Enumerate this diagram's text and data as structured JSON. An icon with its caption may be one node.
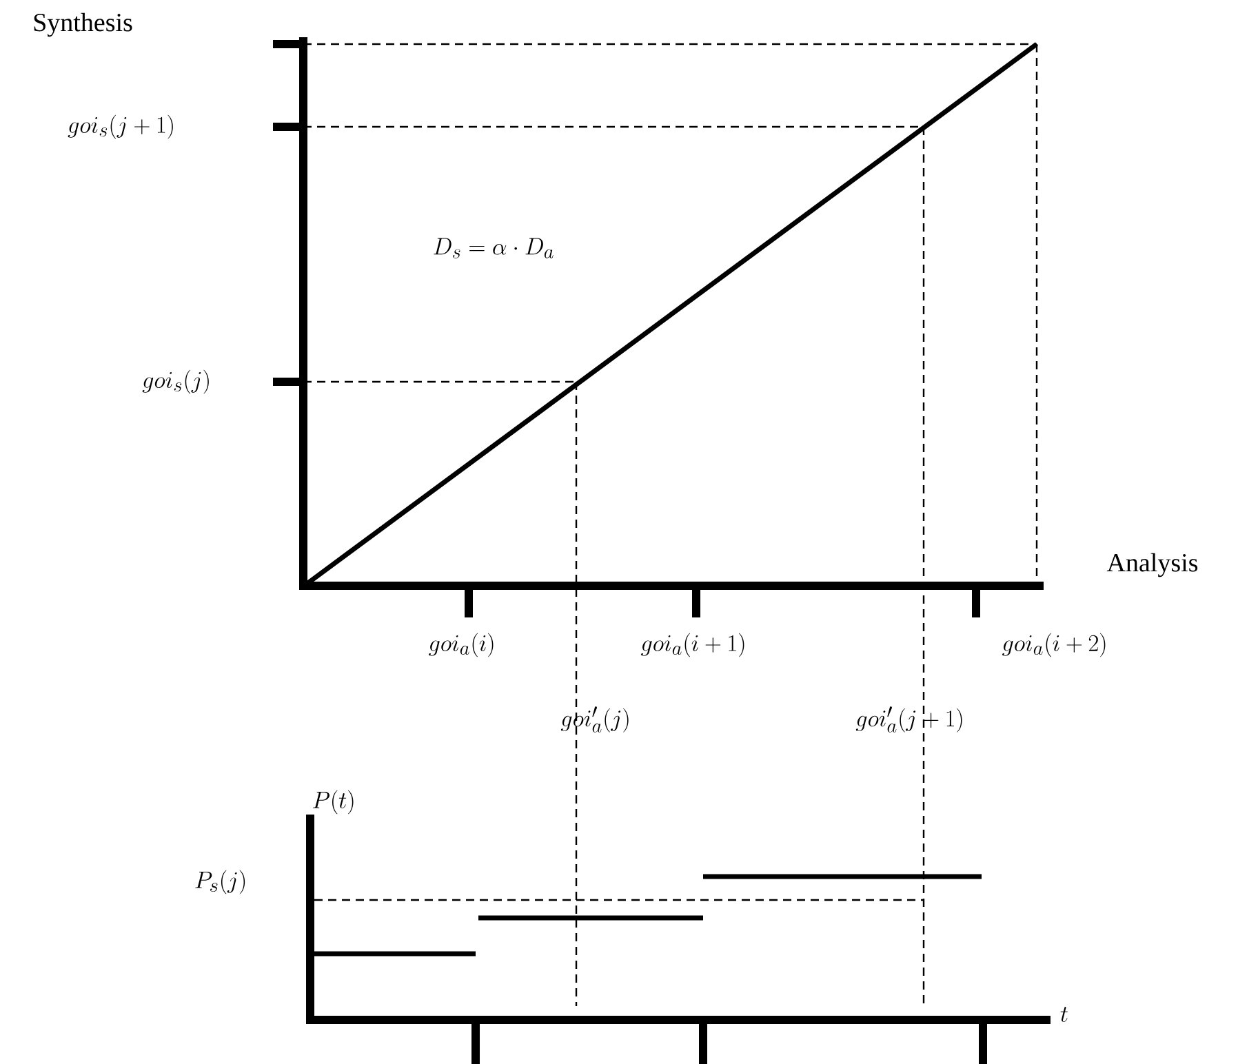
{
  "diagram": {
    "labels": [
      "Synthesis",
      "goi_s(j+1)",
      "D_s = \\alpha \\cdot D_a",
      "goi_s(j)",
      "Analysis",
      "goi_a(i)",
      "goi_a(i+1)",
      "goi_a(i+2)",
      "goi'_a(j)",
      "goi'_a(j+1)",
      "P(t)",
      "P_s(j)",
      "t"
    ]
  }
}
